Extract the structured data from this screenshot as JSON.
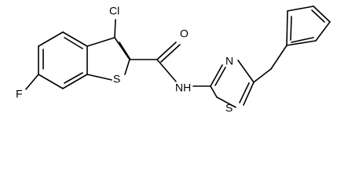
{
  "structure": {
    "atoms": {
      "chlorine": "Cl",
      "oxygen": "O",
      "fluorine": "F",
      "ring_sulfur": "S",
      "amide_nh": "NH",
      "thiazole_nitrogen": "N",
      "thiazole_sulfur": "S"
    }
  }
}
